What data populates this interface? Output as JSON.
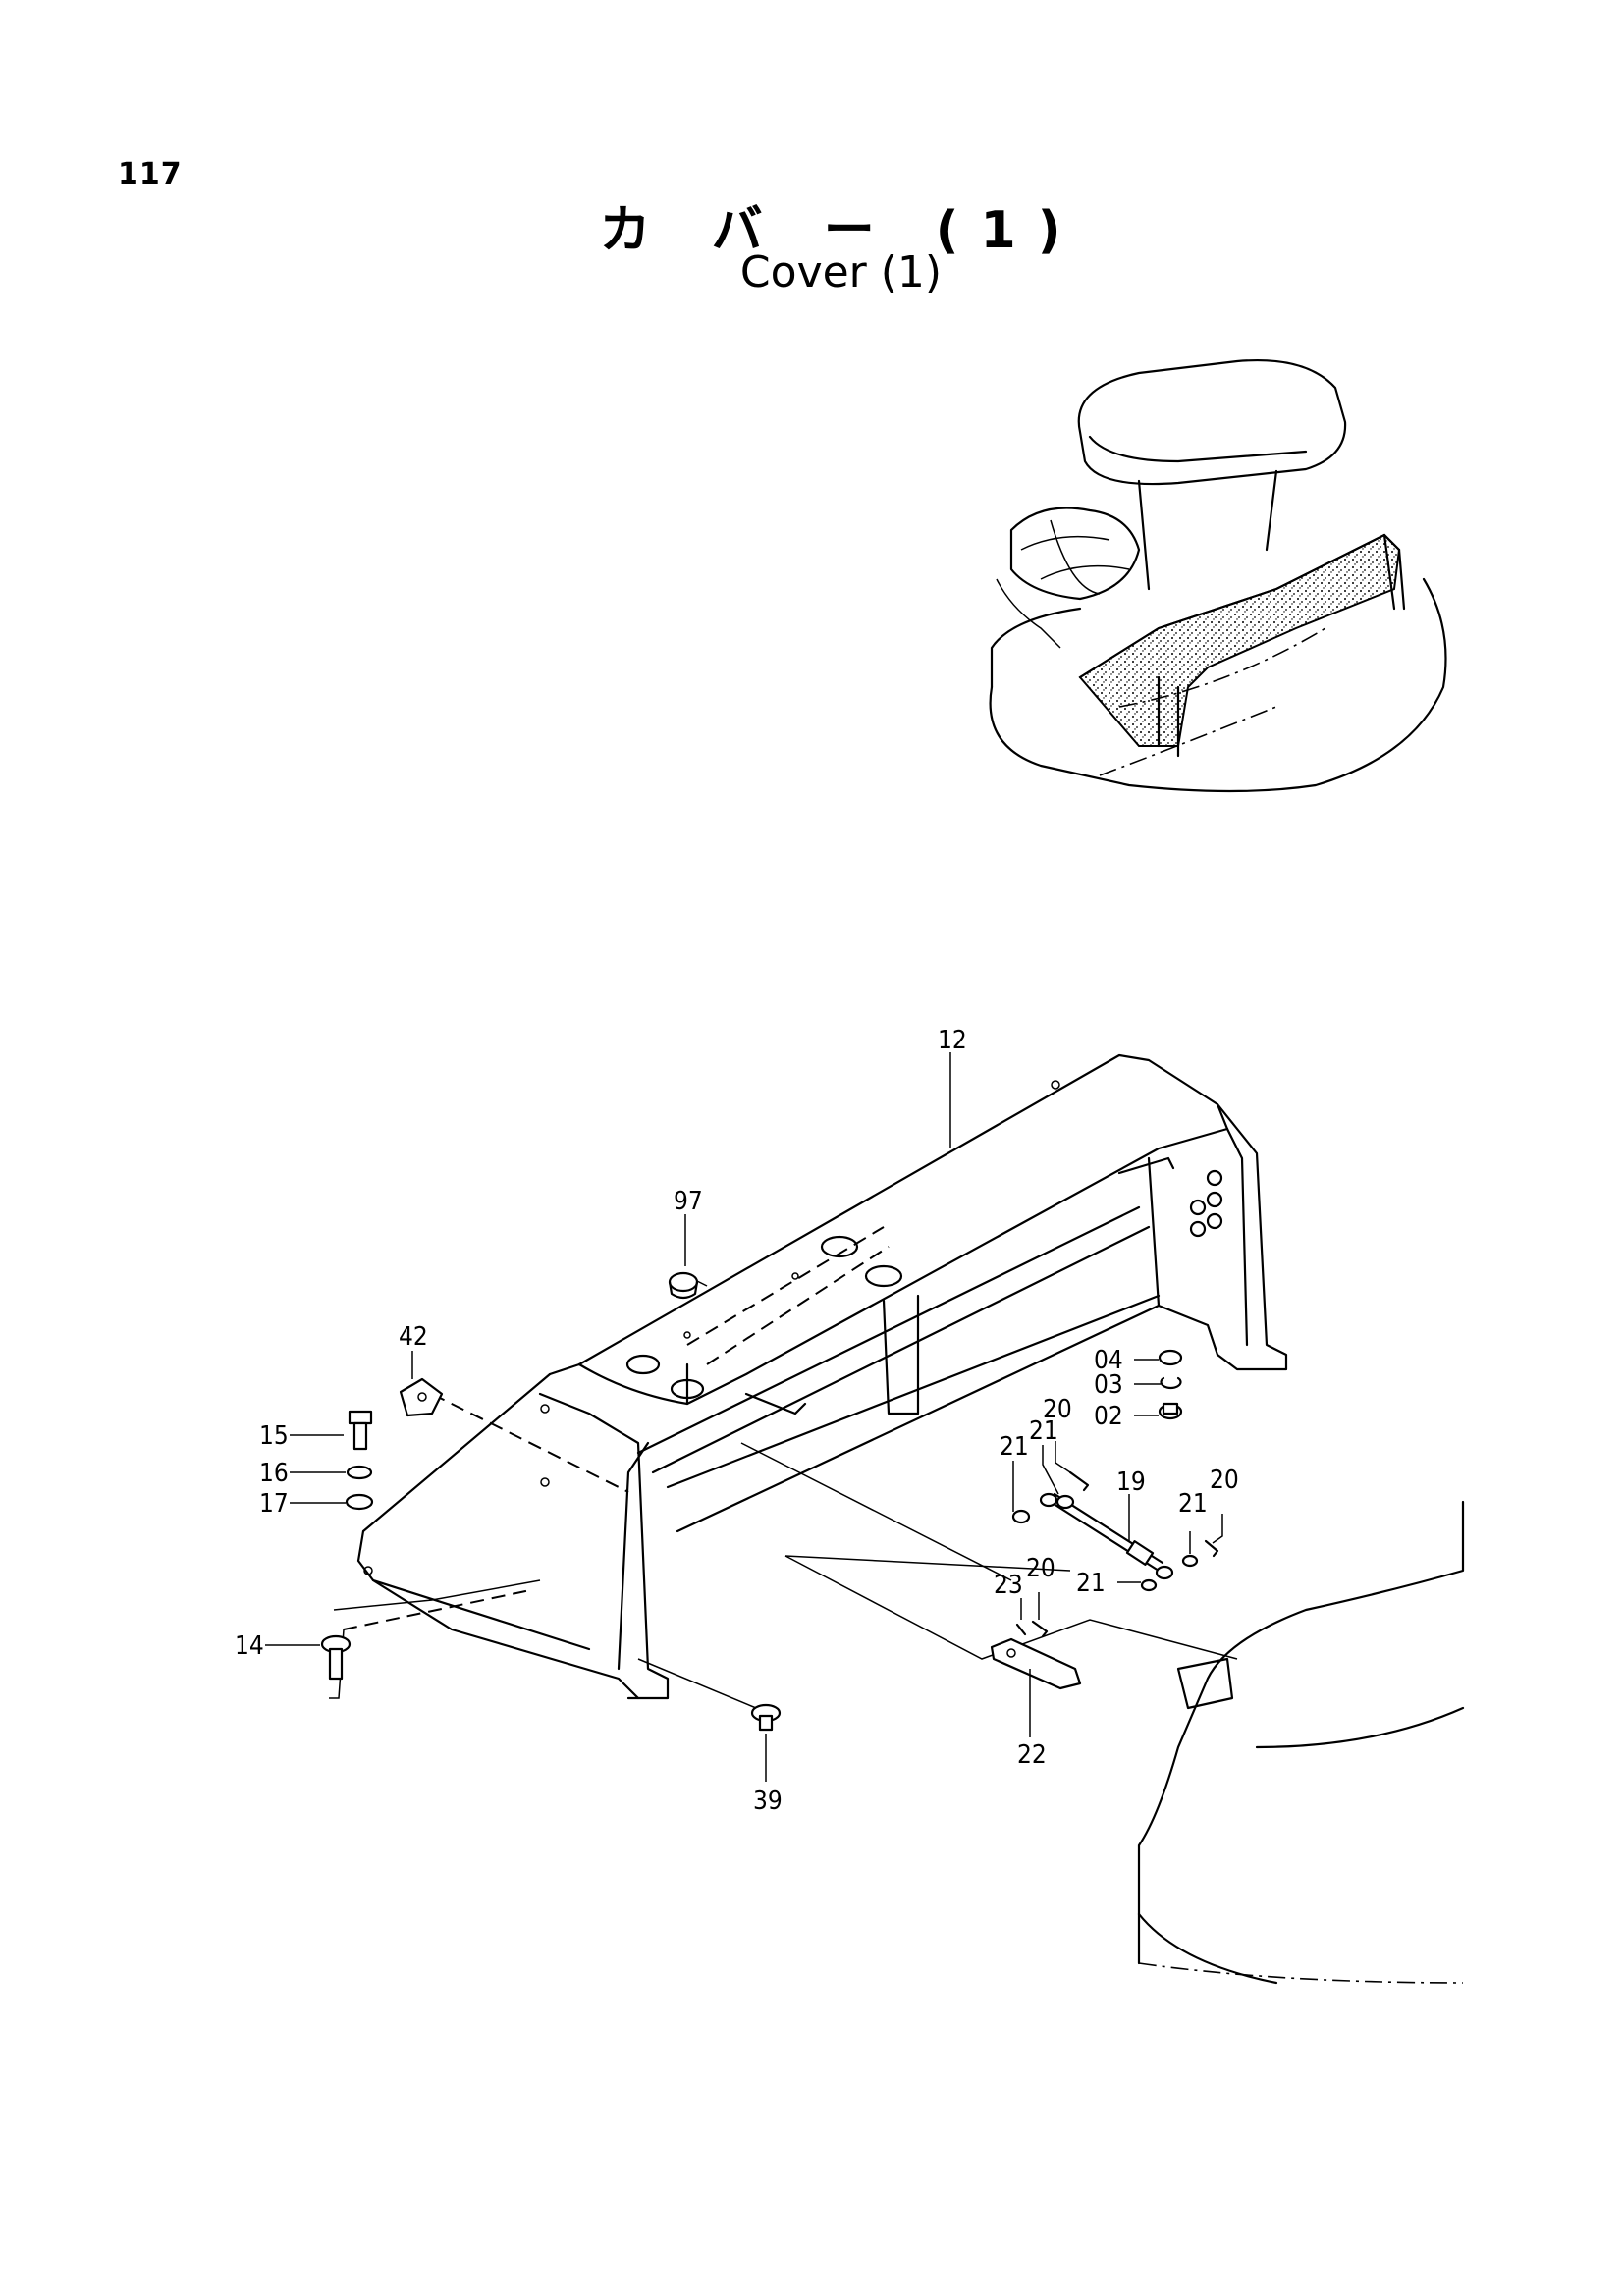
{
  "page_number": "117",
  "title_jp": "カ バ ー (1)",
  "title_en": "Cover (1)",
  "callouts": [
    {
      "id": "12",
      "text": "12"
    },
    {
      "id": "97",
      "text": "97"
    },
    {
      "id": "42",
      "text": "42"
    },
    {
      "id": "15",
      "text": "15"
    },
    {
      "id": "16",
      "text": "16"
    },
    {
      "id": "17",
      "text": "17"
    },
    {
      "id": "14",
      "text": "14"
    },
    {
      "id": "39",
      "text": "39"
    },
    {
      "id": "04",
      "text": "04"
    },
    {
      "id": "03",
      "text": "03"
    },
    {
      "id": "02",
      "text": "02"
    },
    {
      "id": "21a",
      "text": "21"
    },
    {
      "id": "21b",
      "text": "21"
    },
    {
      "id": "20a",
      "text": "20"
    },
    {
      "id": "19",
      "text": "19"
    },
    {
      "id": "21c",
      "text": "21"
    },
    {
      "id": "20b",
      "text": "20"
    },
    {
      "id": "23",
      "text": "23"
    },
    {
      "id": "20c",
      "text": "20"
    },
    {
      "id": "21d",
      "text": "21"
    },
    {
      "id": "22",
      "text": "22"
    }
  ]
}
